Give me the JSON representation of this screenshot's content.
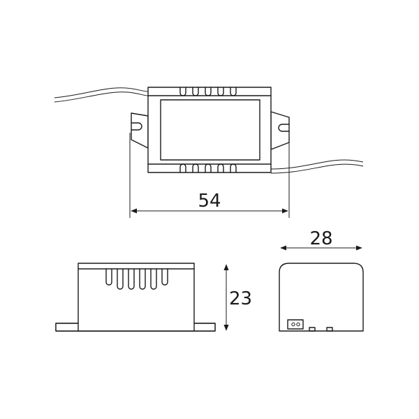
{
  "dimensions": {
    "length": "54",
    "width": "28",
    "height": "23"
  },
  "colors": {
    "line": "#1a1a1a",
    "background": "#ffffff"
  }
}
